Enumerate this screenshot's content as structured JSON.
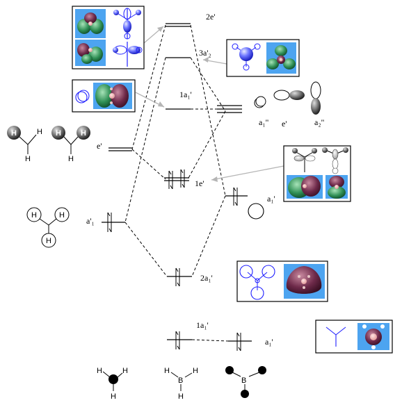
{
  "chart_data": {
    "type": "diagram",
    "diagram_type": "molecular orbital energy level diagram",
    "levels": {
      "mo_2e": "2e'",
      "mo_3a2": "3a'₂",
      "mo_1a1": "1a₁'",
      "mo_1e": "1e'",
      "mo_2a1": "2a₁'",
      "mo_1a1_core": "1a₁'"
    },
    "left_labels": {
      "e_prime": "e'",
      "a1_prime": "a'₁"
    },
    "right_labels": {
      "a1pp": "a₁\"",
      "e_p": "e'",
      "a2pp": "a₂\"",
      "a1p_valence": "a₁'",
      "a1p_core": "a₁'"
    },
    "atoms": {
      "H": "H",
      "B": "B"
    }
  }
}
